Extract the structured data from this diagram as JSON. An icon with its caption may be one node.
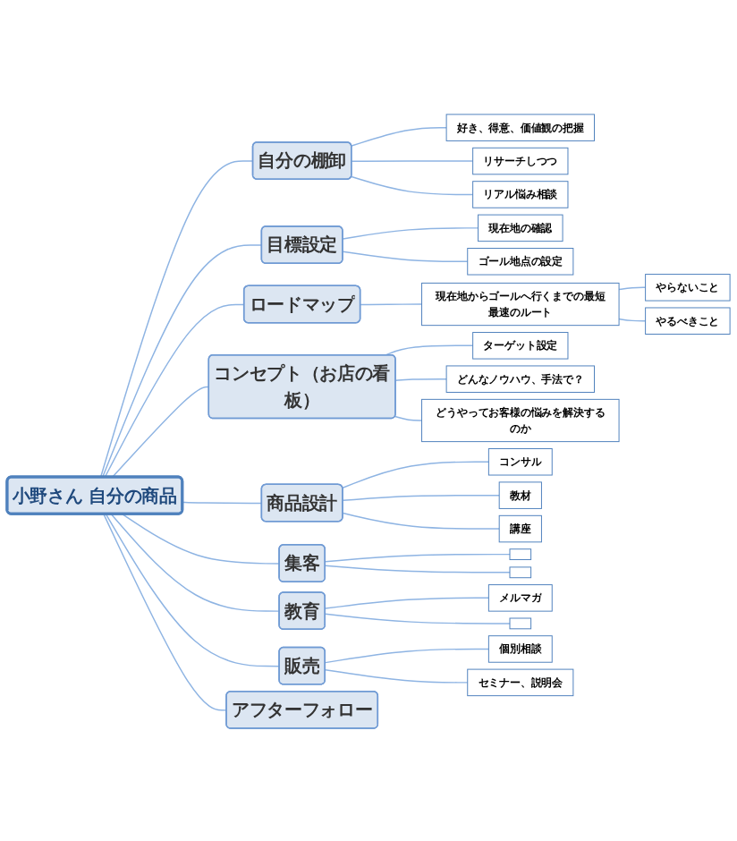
{
  "diagram": {
    "nodes": [
      {
        "text": [
          "小野さん 自分の商品"
        ]
      },
      {
        "text": [
          "自分の棚卸"
        ]
      },
      {
        "text": [
          "好き、得意、価値観の把握"
        ]
      },
      {
        "text": [
          "リサーチしつつ"
        ]
      },
      {
        "text": [
          "リアル悩み相談"
        ]
      },
      {
        "text": [
          "目標設定"
        ]
      },
      {
        "text": [
          "現在地の確認"
        ]
      },
      {
        "text": [
          "ゴール地点の設定"
        ]
      },
      {
        "text": [
          "ロードマップ"
        ]
      },
      {
        "text": [
          "現在地からゴールへ行くまでの最短最速のルート"
        ]
      },
      {
        "text": [
          "やらないこと"
        ]
      },
      {
        "text": [
          "やるべきこと"
        ]
      },
      {
        "text": [
          "コンセプト（お店の看板）"
        ]
      },
      {
        "text": [
          "ターゲット設定"
        ]
      },
      {
        "text": [
          "どんなノウハウ、手法で？"
        ]
      },
      {
        "text": [
          "どうやってお客様の悩みを解決するのか"
        ]
      },
      {
        "text": [
          "商品設計"
        ]
      },
      {
        "text": [
          "コンサル"
        ]
      },
      {
        "text": [
          "教材"
        ]
      },
      {
        "text": [
          "講座"
        ]
      },
      {
        "text": [
          "集客"
        ]
      },
      {
        "text": [],
        "shape": "bar"
      },
      {
        "text": [],
        "shape": "bar"
      },
      {
        "text": [
          "教育"
        ]
      },
      {
        "text": [
          "メルマガ"
        ]
      },
      {
        "text": [],
        "shape": "bar"
      },
      {
        "text": [
          "販売"
        ]
      },
      {
        "text": [
          "個別相談"
        ]
      },
      {
        "text": [
          "セミナー、説明会"
        ]
      },
      {
        "text": [
          "アフターフォロー"
        ]
      }
    ],
    "edges": [
      {
        "from": 0,
        "to": 1,
        "arrow": "none"
      },
      {
        "from": 1,
        "to": 2,
        "arrow": "none"
      },
      {
        "from": 1,
        "to": 3,
        "arrow": "none"
      },
      {
        "from": 1,
        "to": 4,
        "arrow": "none"
      },
      {
        "from": 0,
        "to": 5,
        "arrow": "none"
      },
      {
        "from": 5,
        "to": 6,
        "arrow": "none"
      },
      {
        "from": 5,
        "to": 7,
        "arrow": "none"
      },
      {
        "from": 0,
        "to": 8,
        "arrow": "none"
      },
      {
        "from": 8,
        "to": 9,
        "arrow": "none"
      },
      {
        "from": 9,
        "to": 10,
        "arrow": "none"
      },
      {
        "from": 9,
        "to": 11,
        "arrow": "none"
      },
      {
        "from": 0,
        "to": 12,
        "arrow": "none"
      },
      {
        "from": 12,
        "to": 13,
        "arrow": "none"
      },
      {
        "from": 12,
        "to": 14,
        "arrow": "none"
      },
      {
        "from": 12,
        "to": 15,
        "arrow": "none"
      },
      {
        "from": 0,
        "to": 16,
        "arrow": "none"
      },
      {
        "from": 16,
        "to": 17,
        "arrow": "none"
      },
      {
        "from": 16,
        "to": 18,
        "arrow": "none"
      },
      {
        "from": 16,
        "to": 19,
        "arrow": "none"
      },
      {
        "from": 0,
        "to": 20,
        "arrow": "none"
      },
      {
        "from": 20,
        "to": 21,
        "arrow": "none"
      },
      {
        "from": 20,
        "to": 22,
        "arrow": "none"
      },
      {
        "from": 0,
        "to": 23,
        "arrow": "none"
      },
      {
        "from": 23,
        "to": 24,
        "arrow": "none"
      },
      {
        "from": 23,
        "to": 25,
        "arrow": "none"
      },
      {
        "from": 0,
        "to": 26,
        "arrow": "none"
      },
      {
        "from": 26,
        "to": 27,
        "arrow": "none"
      },
      {
        "from": 26,
        "to": 28,
        "arrow": "none"
      },
      {
        "from": 0,
        "to": 29,
        "arrow": "none"
      }
    ]
  }
}
